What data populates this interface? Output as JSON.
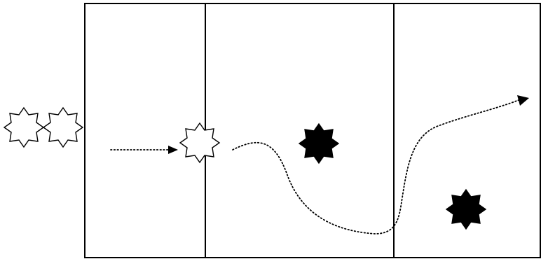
{
  "diagram": {
    "panels": 3,
    "colors": {
      "line": "#000000",
      "background": "#ffffff",
      "solid_star": "#000000",
      "outline_star_fill": "#ffffff"
    },
    "elements": [
      {
        "name": "outline-star-icon",
        "count_left_outside": 2,
        "count_on_divider": 1
      },
      {
        "name": "solid-star-icon",
        "count": 2
      }
    ],
    "arrows": [
      {
        "name": "entry-arrow",
        "style": "dotted",
        "direction": "right"
      },
      {
        "name": "exit-path-arrow",
        "style": "dotted",
        "direction": "up-right"
      }
    ]
  }
}
